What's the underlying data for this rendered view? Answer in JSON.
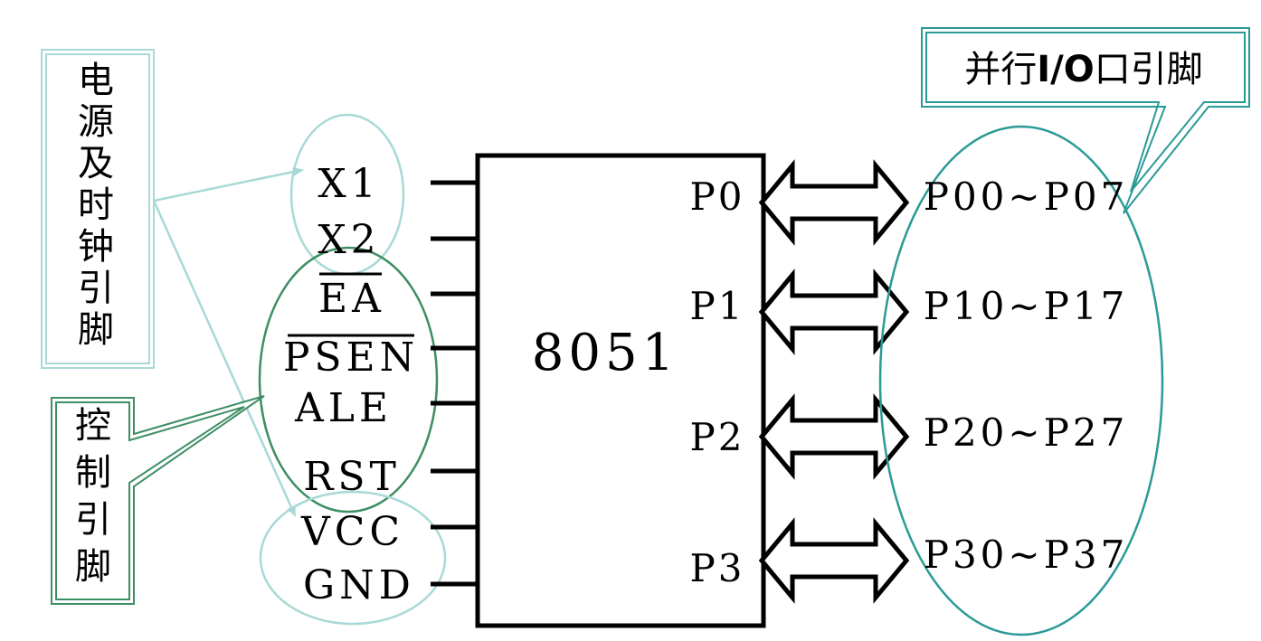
{
  "chip": {
    "label": "8051"
  },
  "left_pins": [
    {
      "label": "X1",
      "overline": false
    },
    {
      "label": "X2",
      "overline": false
    },
    {
      "label": "EA",
      "overline": true
    },
    {
      "label": "PSEN",
      "overline": true
    },
    {
      "label": "ALE",
      "overline": false
    },
    {
      "label": "RST",
      "overline": false
    },
    {
      "label": "VCC",
      "overline": false
    },
    {
      "label": "GND",
      "overline": false
    }
  ],
  "ports": [
    {
      "label": "P0",
      "range": "P00~P07"
    },
    {
      "label": "P1",
      "range": "P10~P17"
    },
    {
      "label": "P2",
      "range": "P20~P27"
    },
    {
      "label": "P3",
      "range": "P30~P37"
    }
  ],
  "callouts": {
    "power_clock": {
      "chars": [
        "电",
        "源",
        "及",
        "时",
        "钟",
        "引",
        "脚"
      ]
    },
    "control": {
      "chars": [
        "控",
        "制",
        "引",
        "脚"
      ]
    },
    "parallel_io": {
      "prefix": "并行",
      "bold": "I/O",
      "suffix": "口引脚"
    }
  },
  "colors": {
    "power_clock_accent": "#a8d9d6",
    "control_accent": "#3e8e64",
    "parallel_io_accent": "#2a9a97",
    "line": "#000000"
  }
}
